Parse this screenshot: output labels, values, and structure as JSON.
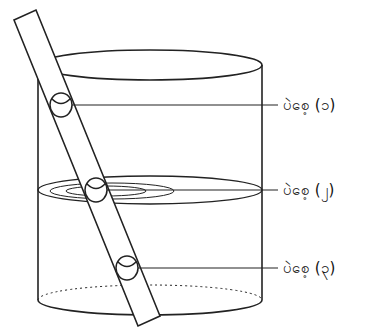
{
  "diagram": {
    "labels": [
      "ပဲစေ့ (၁)",
      "ပဲစေ့ (၂)",
      "ပဲစေ့ (၃)"
    ]
  }
}
